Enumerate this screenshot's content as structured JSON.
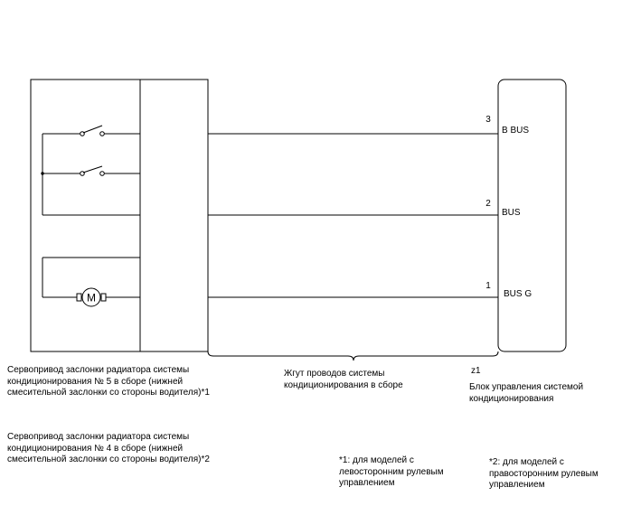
{
  "connector": {
    "pins": [
      {
        "number": "3",
        "name": "B BUS"
      },
      {
        "number": "2",
        "name": "BUS"
      },
      {
        "number": "1",
        "name": "BUS G"
      }
    ],
    "code": "z1"
  },
  "motor_symbol": "M",
  "labels": {
    "actuator_5": [
      "Сервопривод заслонки радиатора системы",
      "кондиционирования № 5 в сборе (нижней",
      "смесительной заслонки со стороны водителя)*1"
    ],
    "harness": [
      "Жгут проводов системы",
      "кондиционирования в сборе"
    ],
    "ecu": [
      "Блок управления системой",
      "кондиционирования"
    ],
    "actuator_4": [
      "Сервопривод заслонки радиатора системы",
      "кондиционирования № 4 в сборе (нижней",
      "смесительной заслонки со стороны водителя)*2"
    ],
    "note_1": [
      "*1: для моделей с",
      "левосторонним рулевым",
      "управлением"
    ],
    "note_2": [
      "*2: для моделей с",
      "правосторонним рулевым",
      "управлением"
    ]
  }
}
